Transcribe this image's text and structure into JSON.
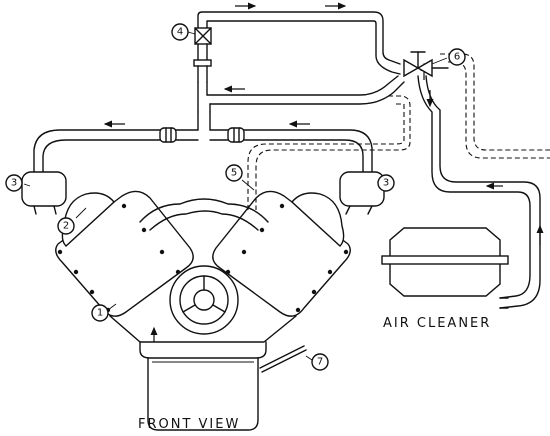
{
  "callouts": [
    {
      "id": "1",
      "label": "1"
    },
    {
      "id": "2",
      "label": "2"
    },
    {
      "id": "3",
      "label": "3"
    },
    {
      "id": "4",
      "label": "4"
    },
    {
      "id": "5",
      "label": "5"
    },
    {
      "id": "6",
      "label": "6"
    },
    {
      "id": "7",
      "label": "7"
    }
  ],
  "captions": {
    "front_view": "FRONT VIEW",
    "air_cleaner": "AIR CLEANER"
  }
}
